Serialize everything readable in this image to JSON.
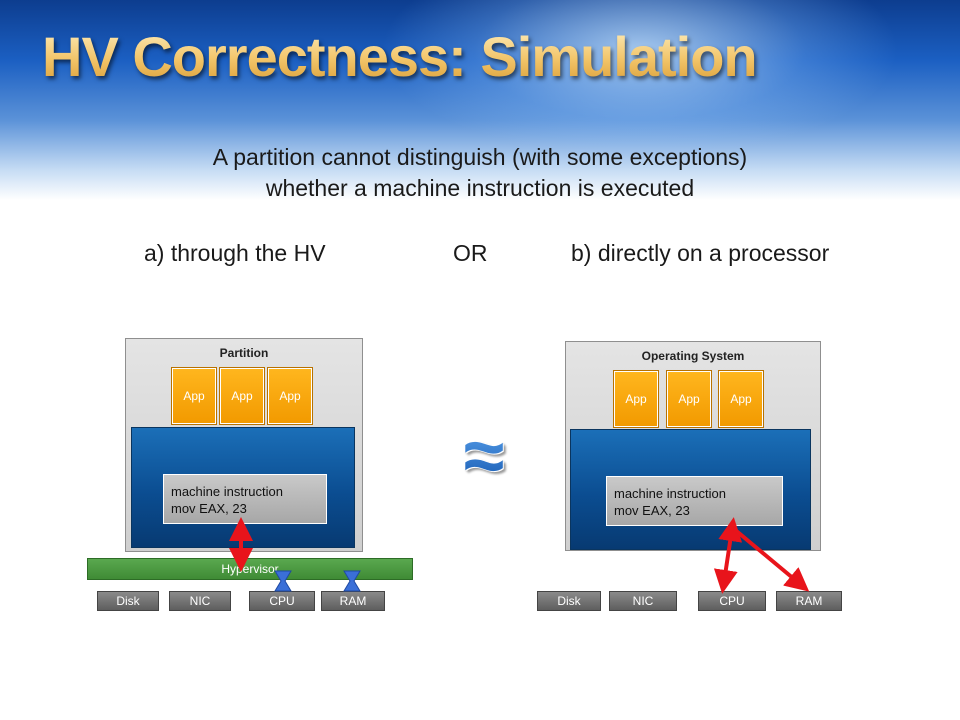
{
  "slide": {
    "title": "HV Correctness: Simulation",
    "subtitle_line1": "A partition cannot distinguish (with some exceptions)",
    "subtitle_line2": "whether a machine instruction is executed",
    "option_a": "a) through the HV",
    "or_label": "OR",
    "option_b": "b) directly on a processor"
  },
  "left_diagram": {
    "container_label": "Partition",
    "apps": [
      "App",
      "App",
      "App"
    ],
    "instruction_line1": "machine instruction",
    "instruction_line2": "mov EAX, 23",
    "hypervisor_label": "Hypervisor",
    "hardware": [
      "Disk",
      "NIC",
      "CPU",
      "RAM"
    ]
  },
  "right_diagram": {
    "container_label": "Operating System",
    "apps": [
      "App",
      "App",
      "App"
    ],
    "instruction_line1": "machine instruction",
    "instruction_line2": "mov EAX, 23",
    "hardware": [
      "Disk",
      "NIC",
      "CPU",
      "RAM"
    ]
  },
  "approx_symbol": "≈",
  "colors": {
    "app_orange": "#f5a300",
    "core_blue": "#0b4d91",
    "hypervisor_green": "#4a9a40",
    "arrow_red": "#e8141b",
    "hv_arrow_blue": "#3a6fd8"
  }
}
